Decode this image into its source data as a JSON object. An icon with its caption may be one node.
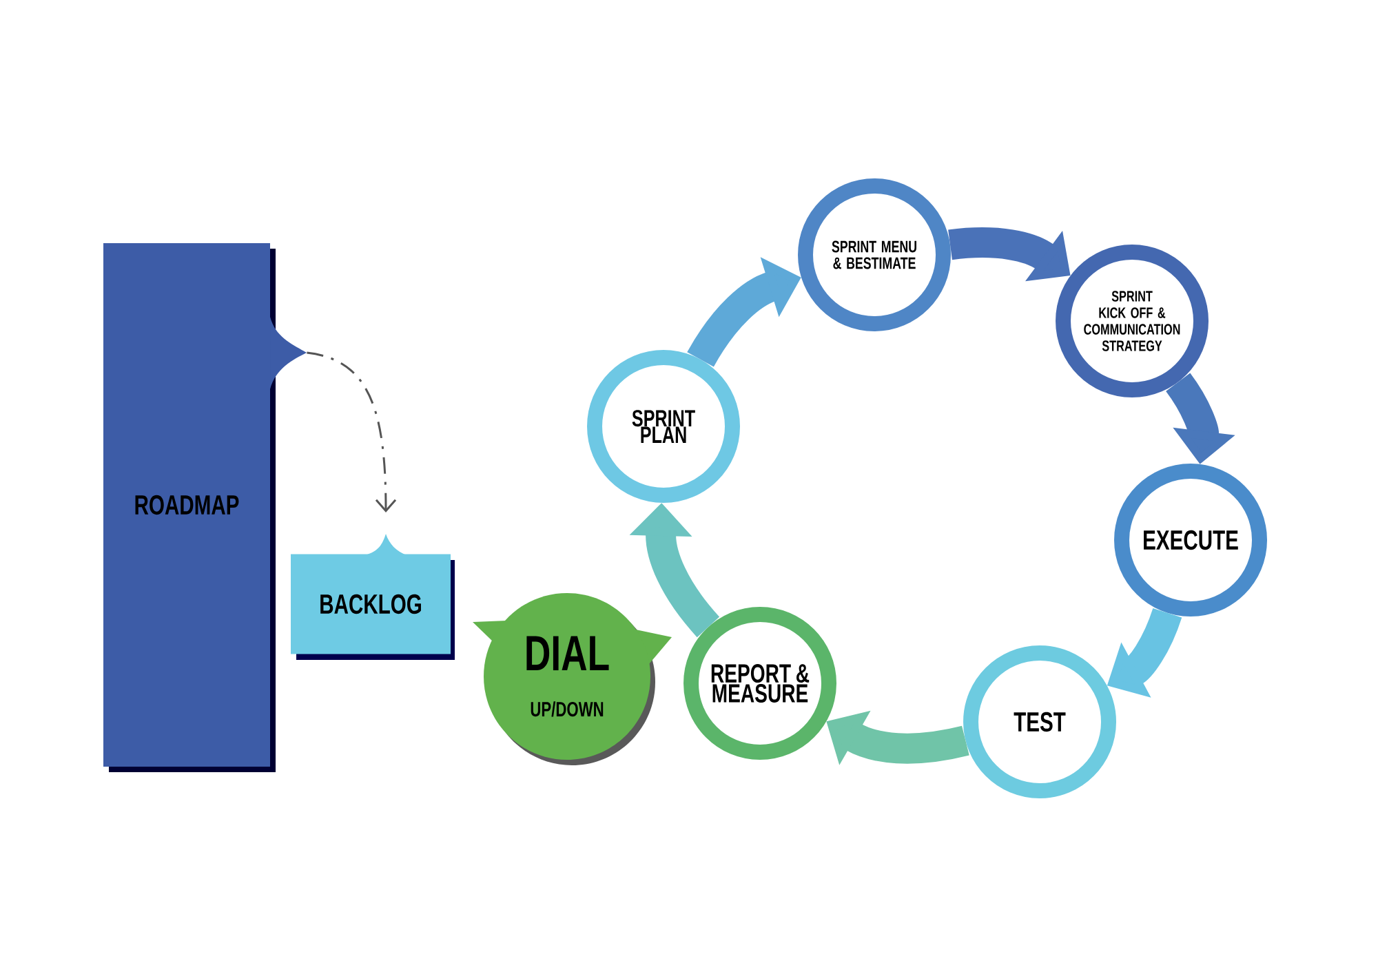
{
  "diagram": {
    "nodes": [
      {
        "text": [
          "ROADMAP"
        ]
      },
      {
        "text": [
          "BACKLOG"
        ]
      },
      {
        "text": [
          "DIAL",
          "UP/DOWN"
        ]
      },
      {
        "text": [
          "SPRINT PLAN"
        ]
      },
      {
        "text": [
          "SPRINT MENU & BESTIMATE"
        ]
      },
      {
        "text": [
          "SPRINT KICK OFF & COMMUNICATION STRATEGY"
        ]
      },
      {
        "text": [
          "EXECUTE"
        ]
      },
      {
        "text": [
          "TEST"
        ]
      },
      {
        "text": [
          "REPORT & MEASURE"
        ]
      }
    ],
    "edges": [
      {
        "from": 0,
        "to": 1,
        "arrow": "to",
        "style": "dashed"
      },
      {
        "from": 3,
        "to": 4,
        "arrow": "to",
        "color": "#5ea9d8"
      },
      {
        "from": 4,
        "to": 5,
        "arrow": "to",
        "color": "#4a72b8"
      },
      {
        "from": 5,
        "to": 6,
        "arrow": "to",
        "color": "#4a78bb"
      },
      {
        "from": 6,
        "to": 7,
        "arrow": "to",
        "color": "#68c3e3"
      },
      {
        "from": 7,
        "to": 8,
        "arrow": "to",
        "color": "#70c4a8"
      },
      {
        "from": 8,
        "to": 3,
        "arrow": "to",
        "color": "#6cc3c0"
      }
    ]
  }
}
